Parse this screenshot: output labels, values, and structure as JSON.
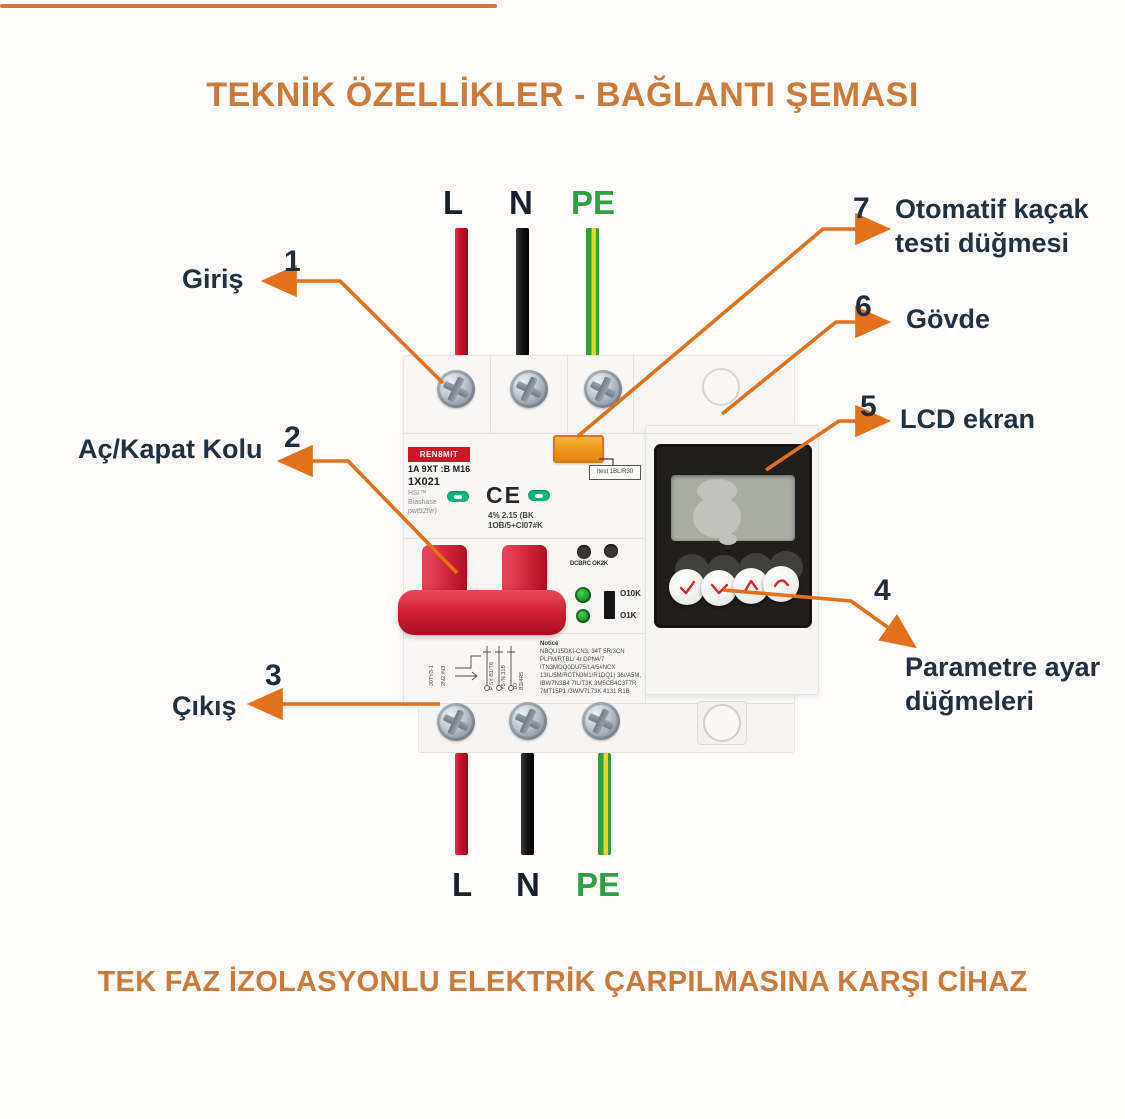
{
  "page": {
    "title": "TEKNİK ÖZELLİKLER - BAĞLANTI ŞEMASI",
    "footer": "TEK FAZ İZOLASYONLU ELEKTRİK ÇARPILMASINA KARŞI CİHAZ"
  },
  "wire_labels": {
    "l": "L",
    "n": "N",
    "pe": "PE"
  },
  "callouts": {
    "c1": {
      "num": "1",
      "label": "Giriş"
    },
    "c2": {
      "num": "2",
      "label": "Aç/Kapat Kolu"
    },
    "c3": {
      "num": "3",
      "label": "Çıkış"
    },
    "c4": {
      "num": "4",
      "label": "Parametre ayar düğmeleri"
    },
    "c5": {
      "num": "5",
      "label": "LCD ekran"
    },
    "c6": {
      "num": "6",
      "label": "Gövde"
    },
    "c7": {
      "num": "7",
      "label": "Otomatif kaçak testi düğmesi"
    }
  },
  "device": {
    "brand": "REN8MIT",
    "model_line1": "1A 9XT :B M16",
    "model_line2": "1X021",
    "small_line1": "HSI™",
    "small_line2": "Biashase",
    "small_line3": "pwt92fvr)",
    "ce_mark": "CE",
    "spec_line1": "4% 2.15 (BK",
    "spec_line2": "1OB/5+CI07#K",
    "test_label": "Itest 1BL/R30",
    "ind_caption": "DCBRC OK2K",
    "led_caption_1": "O10K",
    "led_caption_2": "O1K",
    "note_title": "Notice",
    "note_text": "NBQU15DKI-CN3, 34T 5R/3CN PLFM/RTBL/ 4r DPN4/7 ITN3MOQ0DU75/L4/5#NCX 13IL/5M/RCTN3M1/R1DQ1) 36//A5M, IBW7N3B4 7IL/T3K 3M5CB4C3T7R 7MT15P1 /3W/V7L73K 4131 R1B",
    "schem_label1": "J0TY3-1",
    "schem_label2": "2N2 /N3",
    "schem_label3": "P 5Y B1/T8",
    "schem_label4": "Y5 /N 31B",
    "schem_label5": "1O B3/4R5"
  },
  "colors": {
    "heading_orange": "#cc7a3c",
    "arrow_orange": "#e2701c",
    "label_navy": "#223140",
    "pe_green": "#2f9e45",
    "wire_red": "#c60f2c",
    "lever_red": "#d12639",
    "lcd_panel_black": "#201f1d",
    "test_button_orange": "#ef9a1e",
    "led_green": "#168a24",
    "indicator_green_pill": "#12b37e"
  }
}
